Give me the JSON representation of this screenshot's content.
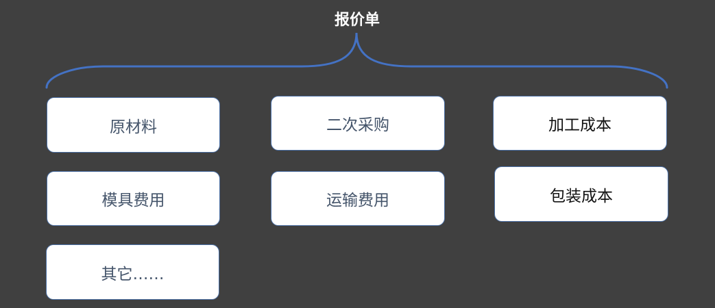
{
  "title": "报价单",
  "colors": {
    "background": "#404040",
    "brace": "#4472c4",
    "box_border": "#4a6fa5",
    "box_fill": "#ffffff",
    "text_slate": "#44546a",
    "text_dark": "#111111"
  },
  "items": [
    {
      "label": "原材料"
    },
    {
      "label": "二次采购"
    },
    {
      "label": "加工成本"
    },
    {
      "label": "模具费用"
    },
    {
      "label": "运输费用"
    },
    {
      "label": "包装成本"
    },
    {
      "label": "其它……"
    }
  ]
}
